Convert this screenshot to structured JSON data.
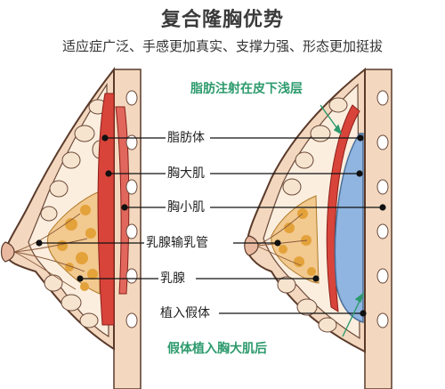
{
  "header": {
    "title": "复合隆胸优势",
    "subtitle": "适应症广泛、手感更加真实、支撑力强、形态更加挺拔"
  },
  "labels": {
    "fat_body": "脂肪体",
    "pectoralis_major": "胸大肌",
    "pectoralis_minor": "胸小肌",
    "lactiferous_duct": "乳腺输乳管",
    "mammary_gland": "乳腺",
    "implant": "植入假体"
  },
  "notes": {
    "fat_injection": "脂肪注射在皮下浅层",
    "implant_position": "假体植入胸大肌后"
  },
  "colors": {
    "skin": "#f3d8bf",
    "skin_outline": "#5a3a2a",
    "muscle": "#d8443a",
    "gland": "#e3a23a",
    "implant": "#8fb5e0",
    "note_green": "#2c9a6c"
  }
}
